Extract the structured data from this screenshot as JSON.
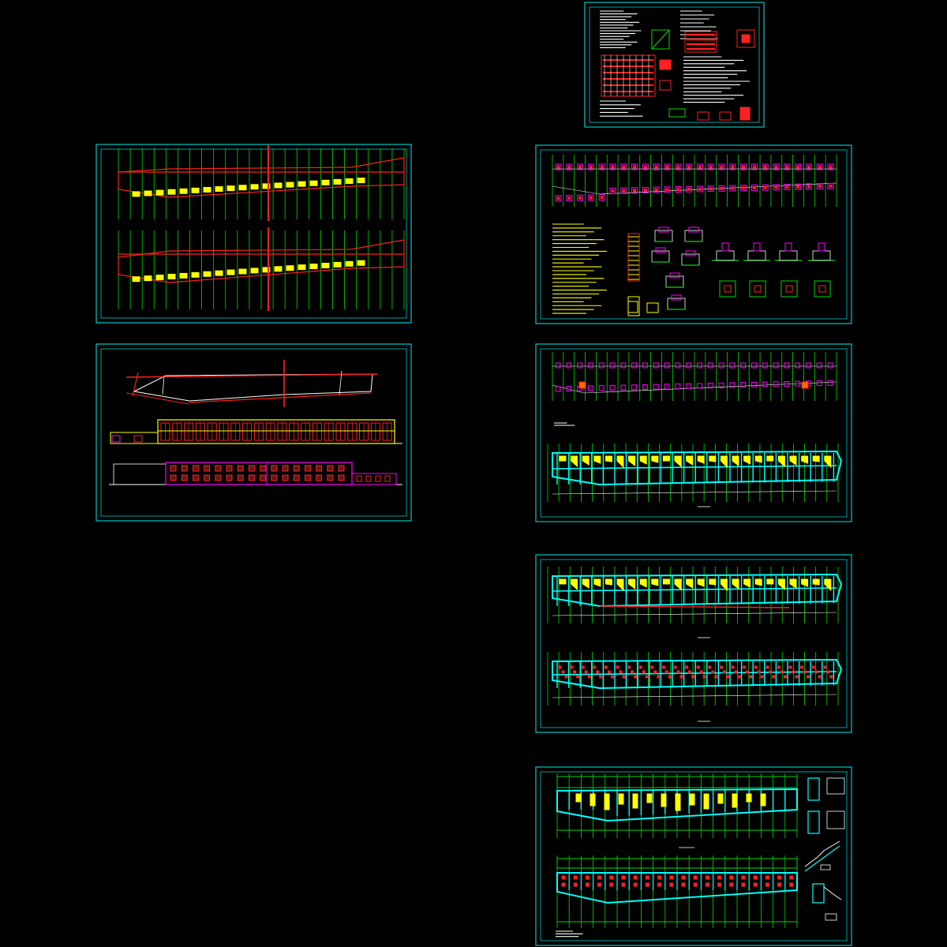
{
  "colors": {
    "background": "#000000",
    "sheet_frame": "#00c8c8",
    "grid_axis": "#00dd00",
    "beam": "#ff2020",
    "column_fill": "#ffff00",
    "column_outline": "#ff00ff",
    "slab_outline": "#00ffff",
    "text": "#ffffff"
  },
  "sheets": [
    {
      "id": "general-notes",
      "kind": "notes"
    },
    {
      "id": "foundation-plans",
      "kind": "foundation"
    },
    {
      "id": "column-layout-and-details",
      "kind": "details"
    },
    {
      "id": "site-plan-and-elevations",
      "kind": "elevations"
    },
    {
      "id": "column-plan-and-beam-plan",
      "kind": "beams"
    },
    {
      "id": "beam-plan-and-slab-plan",
      "kind": "slabs"
    },
    {
      "id": "roof-plans-and-stair-details",
      "kind": "roof"
    }
  ]
}
